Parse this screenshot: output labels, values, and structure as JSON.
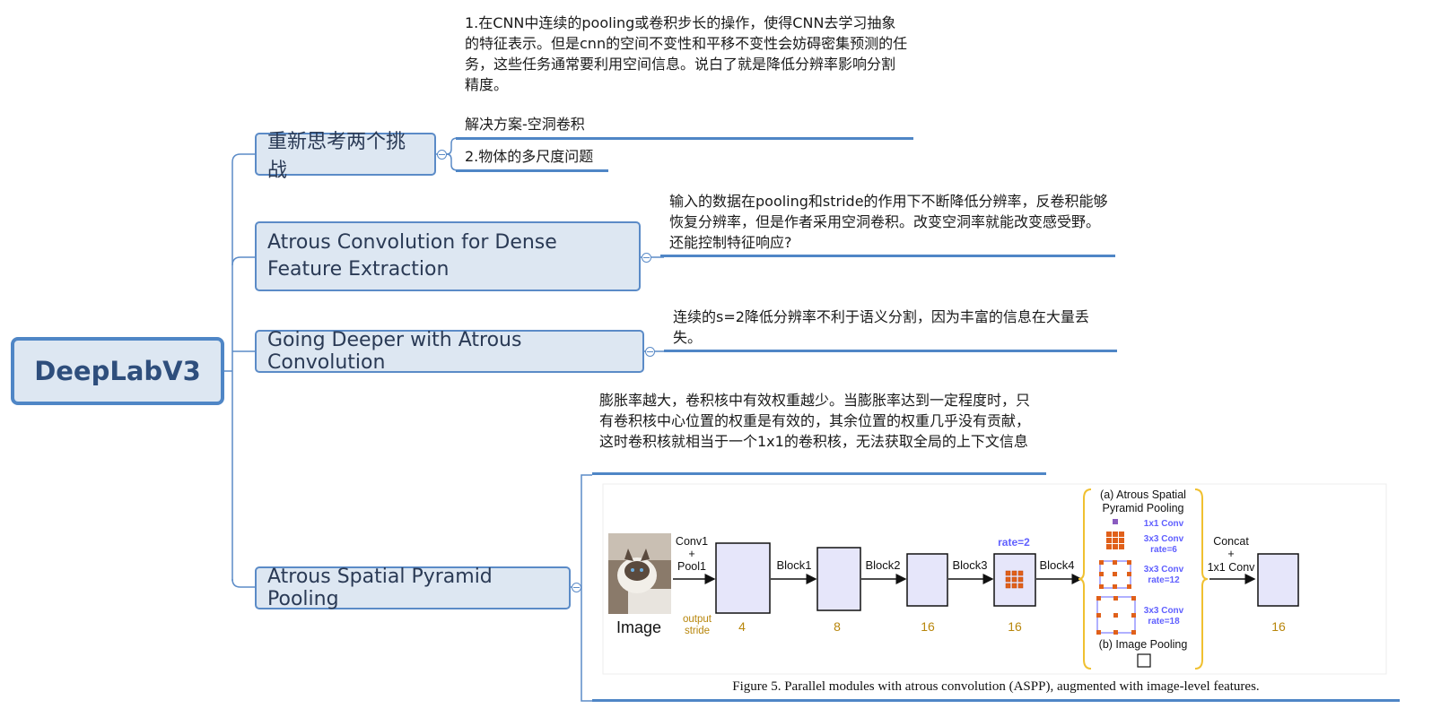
{
  "root": {
    "label": "DeepLabV3"
  },
  "topics": [
    {
      "label": "重新思考两个挑战",
      "notes": [
        "1.在CNN中连续的pooling或卷积步长的操作，使得CNN去学习抽象的特征表示。但是cnn的空间不变性和平移不变性会妨碍密集预测的任务，这些任务通常要利用空间信息。说白了就是降低分辨率影响分割精度。",
        "解决方案-空洞卷积",
        "2.物体的多尺度问题"
      ]
    },
    {
      "label": "Atrous Convolution for Dense Feature Extraction",
      "notes": [
        "输入的数据在pooling和stride的作用下不断降低分辨率，反卷积能够恢复分辨率，但是作者采用空洞卷积。改变空洞率就能改变感受野。还能控制特征响应?"
      ]
    },
    {
      "label": "Going Deeper with Atrous Convolution",
      "notes": [
        "连续的s=2降低分辨率不利于语义分割，因为丰富的信息在大量丢失。"
      ]
    },
    {
      "label": "Atrous Spatial Pyramid Pooling",
      "notes": [
        "膨胀率越大，卷积核中有效权重越少。当膨胀率达到一定程度时，只有卷积核中心位置的权重是有效的，其余位置的权重几乎没有贡献，这时卷积核就相当于一个1x1的卷积核，无法获取全局的上下文信息"
      ]
    }
  ],
  "figure": {
    "caption": "Figure 5. Parallel modules with atrous convolution (ASPP), augmented with image-level features.",
    "image_label": "Image",
    "conv1_lines": [
      "Conv1",
      "+",
      "Pool1"
    ],
    "output_stride_lines": [
      "output",
      "stride"
    ],
    "blocks": [
      "Block1",
      "Block2",
      "Block3",
      "Block4"
    ],
    "strides": [
      "4",
      "8",
      "16",
      "16",
      "16"
    ],
    "rate_label": "rate=2",
    "aspp_title_lines": [
      "(a) Atrous Spatial",
      "Pyramid Pooling"
    ],
    "aspp_convs": [
      {
        "lines": [
          "1x1 Conv"
        ]
      },
      {
        "lines": [
          "3x3 Conv",
          "rate=6"
        ]
      },
      {
        "lines": [
          "3x3 Conv",
          "rate=12"
        ]
      },
      {
        "lines": [
          "3x3 Conv",
          "rate=18"
        ]
      }
    ],
    "image_pooling_label": "(b) Image Pooling",
    "concat_lines": [
      "Concat",
      "+",
      "1x1 Conv"
    ],
    "colors": {
      "feature_box": "#e6e6fa",
      "stride_text": "#b8860b",
      "rate_text": "#6060ff",
      "kernel": "#e0601a",
      "brace": "#f0c030"
    }
  }
}
